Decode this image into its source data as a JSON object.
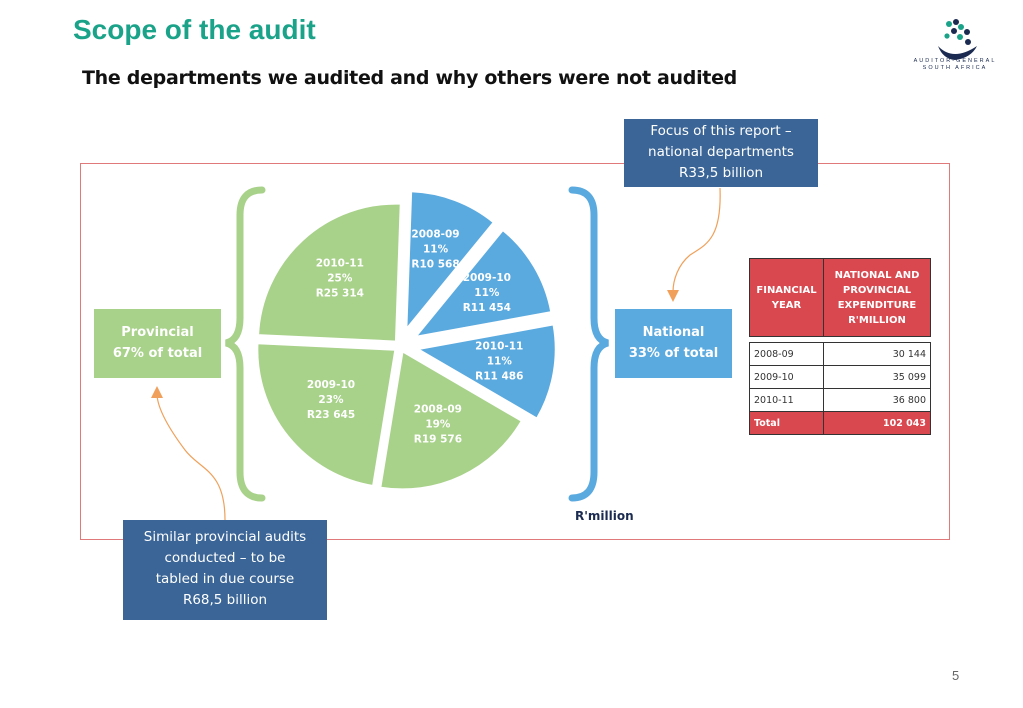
{
  "title": "Scope of the audit",
  "subtitle": "The departments we audited and why others were not audited",
  "logo": {
    "line1": "AUDITOR-GENERAL",
    "line2": "SOUTH AFRICA"
  },
  "callout_national": {
    "line1": "Focus of this report –",
    "line2": "national departments",
    "line3": "R33,5 billion"
  },
  "callout_provincial": {
    "line1": "Similar provincial audits",
    "line2": "conducted – to be",
    "line3": "tabled in due course",
    "line4": "R68,5 billion"
  },
  "provincial_box": {
    "line1": "Provincial",
    "line2": "67% of total"
  },
  "national_box": {
    "line1": "National",
    "line2": "33% of total"
  },
  "unit_label": "R'million",
  "page_number": "5",
  "colors": {
    "provincial": "#a8d18a",
    "national": "#5aa9df",
    "callout": "#3a6596",
    "table_header": "#d9474f",
    "title": "#1aa389"
  },
  "chart_data": {
    "type": "pie",
    "title": "",
    "unit": "R'million",
    "slices": [
      {
        "group": "National",
        "label": "2008-09",
        "percent": "11%",
        "value_label": "R10 568",
        "value": 10568
      },
      {
        "group": "National",
        "label": "2009-10",
        "percent": "11%",
        "value_label": "R11 454",
        "value": 11454
      },
      {
        "group": "National",
        "label": "2010-11",
        "percent": "11%",
        "value_label": "R11 486",
        "value": 11486
      },
      {
        "group": "Provincial",
        "label": "2008-09",
        "percent": "19%",
        "value_label": "R19 576",
        "value": 19576
      },
      {
        "group": "Provincial",
        "label": "2009-10",
        "percent": "23%",
        "value_label": "R23 645",
        "value": 23645
      },
      {
        "group": "Provincial",
        "label": "2010-11",
        "percent": "25%",
        "value_label": "R25 314",
        "value": 25314
      }
    ]
  },
  "table": {
    "headers": [
      "FINANCIAL YEAR",
      "NATIONAL AND PROVINCIAL EXPENDITURE R'MILLION"
    ],
    "rows": [
      {
        "year": "2008-09",
        "value": "30 144"
      },
      {
        "year": "2009-10",
        "value": "35 099"
      },
      {
        "year": "2010-11",
        "value": "36 800"
      }
    ],
    "total": {
      "label": "Total",
      "value": "102 043"
    }
  }
}
